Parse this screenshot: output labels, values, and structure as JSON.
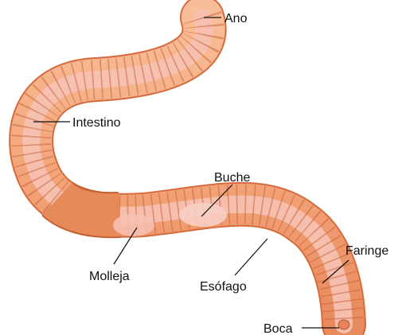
{
  "labels": {
    "ano": "Ano",
    "intestino": "Intestino",
    "buche": "Buche",
    "molleja": "Molleja",
    "faringe": "Faringe",
    "esofago": "Esófago",
    "boca": "Boca"
  },
  "colors": {
    "body_main": "#f3a57a",
    "body_edge": "#d66a3c",
    "gut": "#f6c2b4",
    "segment_line": "#c9643a",
    "clitellum": "#e68a5a",
    "clitellum_edge": "#c45f32",
    "label_text": "#111111"
  }
}
